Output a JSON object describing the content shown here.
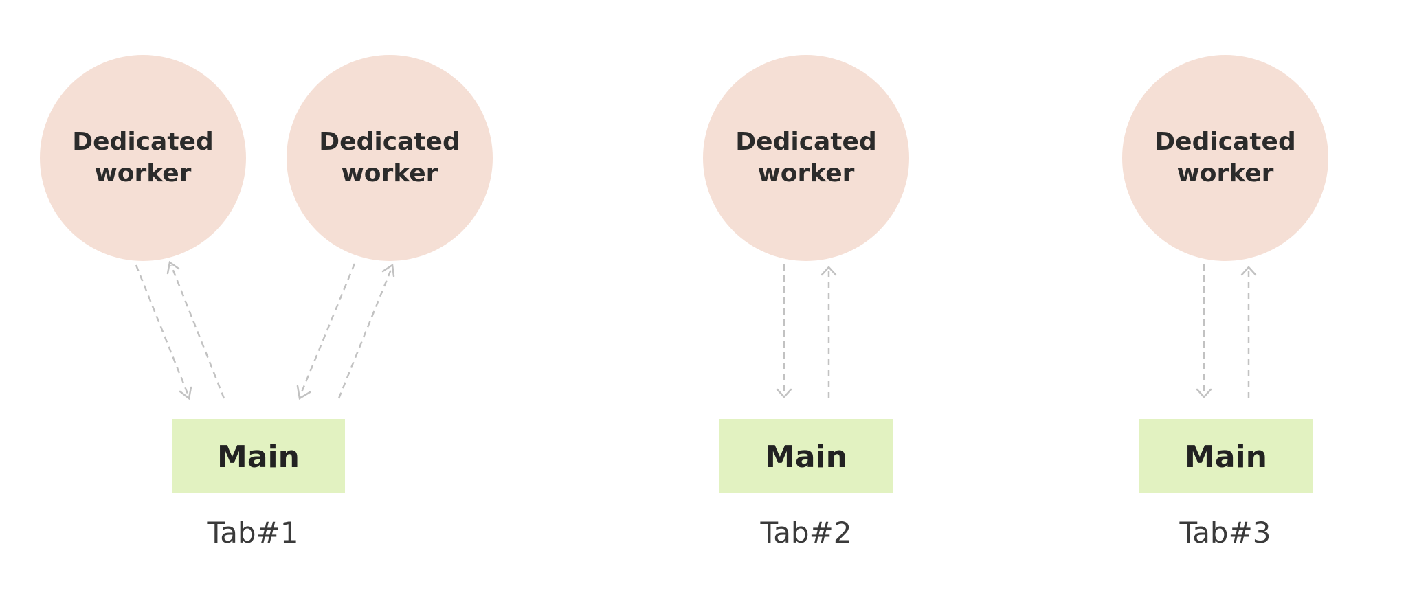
{
  "colors": {
    "worker_fill": "#f5dfd5",
    "main_fill": "#e2f2c1",
    "arrow": "#c2c2c2"
  },
  "workers": [
    {
      "line1": "Dedicated",
      "line2": "worker"
    },
    {
      "line1": "Dedicated",
      "line2": "worker"
    },
    {
      "line1": "Dedicated",
      "line2": "worker"
    },
    {
      "line1": "Dedicated",
      "line2": "worker"
    }
  ],
  "tabs": [
    {
      "main_label": "Main",
      "tab_label": "Tab#1"
    },
    {
      "main_label": "Main",
      "tab_label": "Tab#2"
    },
    {
      "main_label": "Main",
      "tab_label": "Tab#3"
    }
  ]
}
